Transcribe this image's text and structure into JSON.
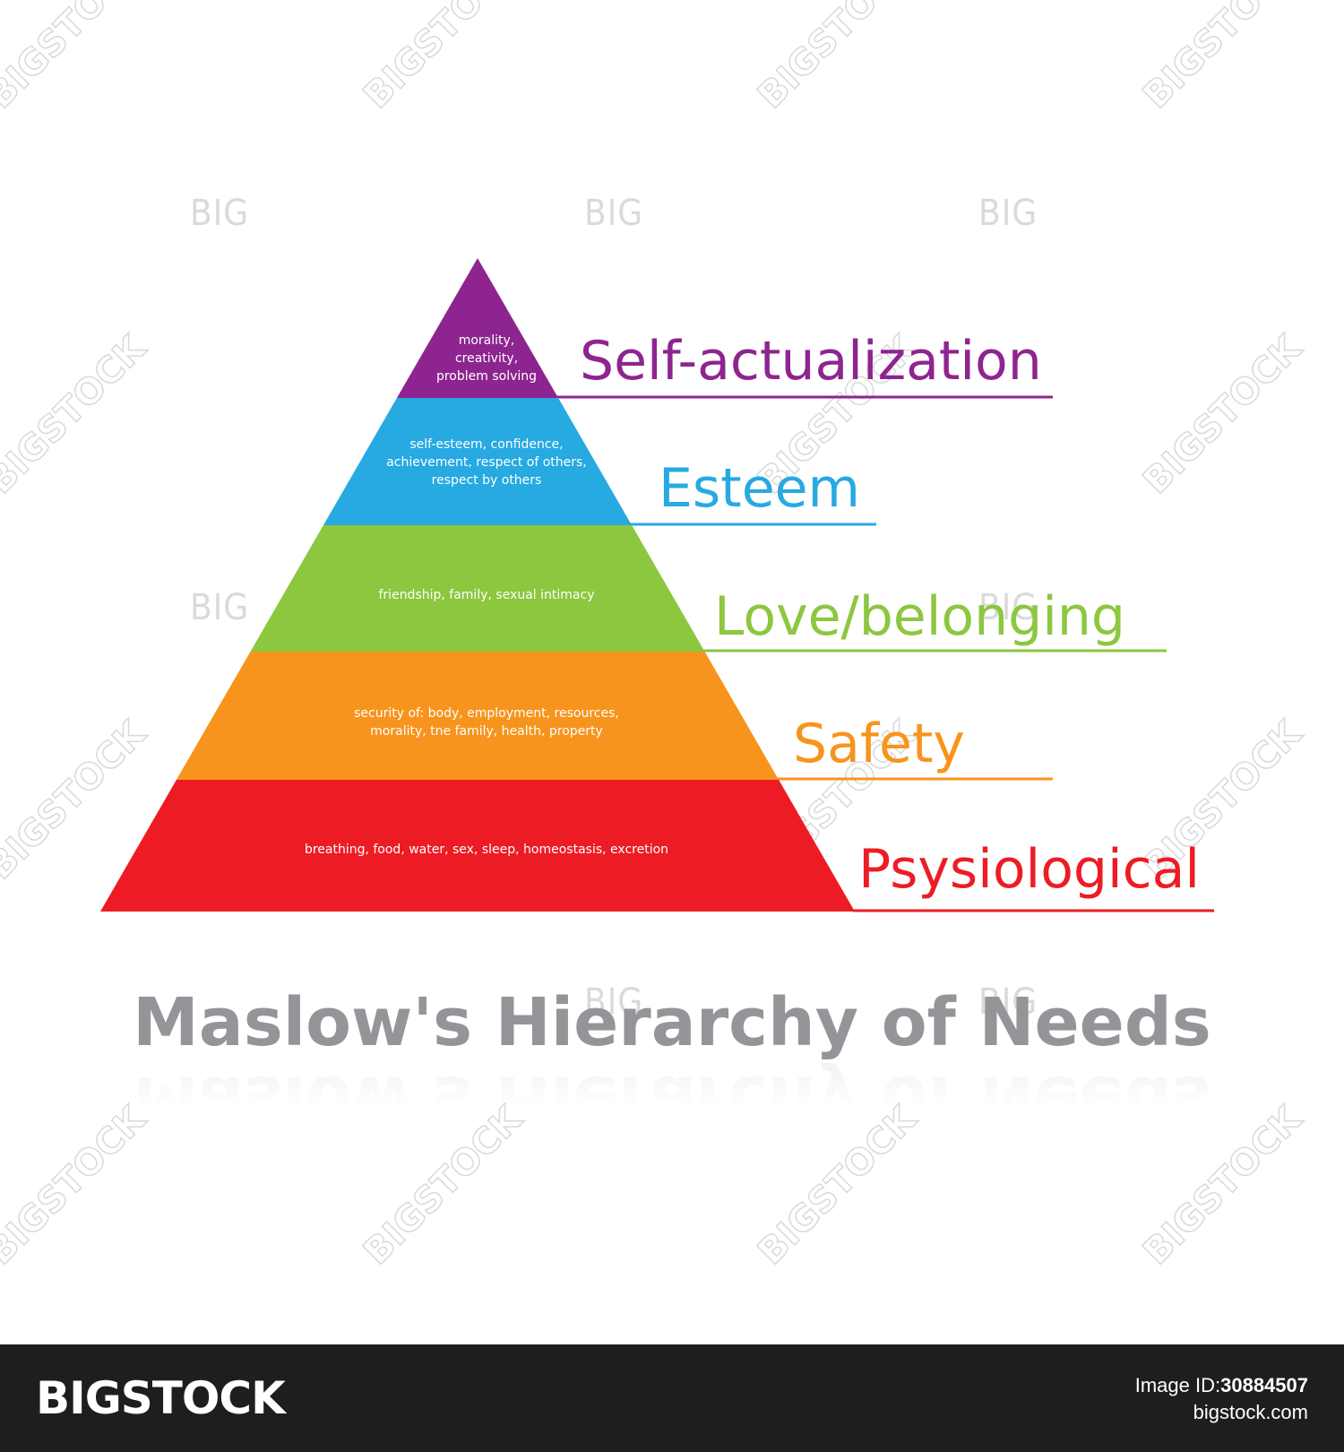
{
  "title": "Maslow's Hierarchy of Needs",
  "tiers": [
    {
      "label": "Self-actualization",
      "description": "morality,\ncreativity,\nproblem solving",
      "color": "#8e2490"
    },
    {
      "label": "Esteem",
      "description": "self-esteem, confidence,\nachievement, respect of others,\nrespect by others",
      "color": "#27a9e1"
    },
    {
      "label": "Love/belonging",
      "description": "friendship, family, sexual intimacy",
      "color": "#8dc63f"
    },
    {
      "label": "Safety",
      "description": "security of: body, employment, resources,\nmorality, tne family, health, property",
      "color": "#f7941d"
    },
    {
      "label": "Psysiological",
      "description": "breathing, food, water, sex, sleep, homeostasis, excretion",
      "color": "#ed1c24"
    }
  ],
  "watermark": {
    "short": "BIG",
    "long": "BIGSTOCK"
  },
  "footer": {
    "logo": "BIGSTOCK",
    "image_id_label": "Image ID:",
    "image_id": "30884507",
    "url": "bigstock.com"
  }
}
